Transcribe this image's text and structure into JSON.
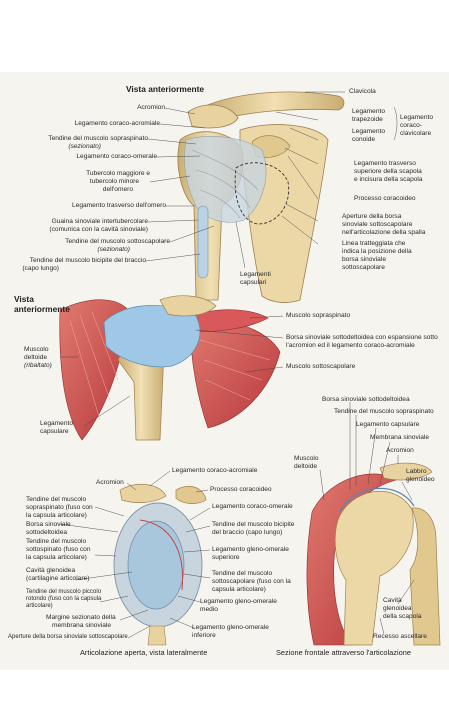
{
  "panel1": {
    "title": "Vista anteriormente",
    "labels": {
      "clavicola": "Clavicola",
      "acromion": "Acromion",
      "leg_coraco_acromiale": "Legamento coraco-acromiale",
      "tendine_sopraspinato": "Tendine del muscolo sopraspinato",
      "sezionato": "(sezionato)",
      "leg_coraco_omerale": "Legamento coraco-omerale",
      "tubercolo_1": "Tubercolo maggiore e",
      "tubercolo_2": "tubercolo minore",
      "tubercolo_3": "dell'omero",
      "leg_trasverso_omero": "Legamento trasverso dell'omero",
      "guaina_1": "Guaina sinoviale intertubercolare",
      "guaina_2": "(comunica con la cavità sinoviale)",
      "tendine_sottoscapolare": "Tendine del muscolo sottoscapolare",
      "sezionato_2": "(sezionato)",
      "tendine_bicipite_1": "Tendine del muscolo bicipite del braccio",
      "tendine_bicipite_2": "(capo lungo)",
      "leg_trapezoide_1": "Legamento",
      "leg_trapezoide_2": "trapezoide",
      "leg_conoide_1": "Legamento",
      "leg_conoide_2": "conoide",
      "leg_cc_1": "Legamento",
      "leg_cc_2": "coraco-",
      "leg_cc_3": "clavicolare",
      "leg_trasv_sup_1": "Legamento trasverso",
      "leg_trasv_sup_2": "superiore della scapola",
      "leg_trasv_sup_3": "e incisura della scapola",
      "processo_coracoideo": "Processo coracoideo",
      "aperture_1": "Aperture della borsa",
      "aperture_2": "sinoviale sottoscapolare",
      "aperture_3": "nell'articolazione della spalla",
      "linea_1": "Linea tratteggiata che",
      "linea_2": "indica la posizione della",
      "linea_3": "borsa sinoviale",
      "linea_4": "sottoscapolare",
      "leg_capsulari_1": "Legamenti",
      "leg_capsulari_2": "capsulari"
    }
  },
  "panel2": {
    "title_1": "Vista",
    "title_2": "anteriormente",
    "labels": {
      "muscolo_sopraspinato": "Muscolo sopraspinato",
      "borsa_1": "Borsa sinoviale sottodeltoidea con espansione sotto",
      "borsa_2": "l'acromion ed il legamento coraco-acromiale",
      "muscolo_sottoscapolare": "Muscolo sottoscapolare",
      "deltoide_1": "Muscolo",
      "deltoide_2": "deltoide",
      "deltoide_3": "(ribaltato)",
      "capsulare_1": "Legamento",
      "capsulare_2": "capsulare"
    }
  },
  "panel3": {
    "caption": "Articolazione aperta, vista lateralmente",
    "labels": {
      "leg_coraco_acromiale": "Legamento coraco-acromiale",
      "acromion": "Acromion",
      "processo_coracoideo": "Processo coracoideo",
      "sopraspinato_1": "Tendine del muscolo",
      "sopraspinato_2": "sopraspinato (fuso con",
      "sopraspinato_3": "la capsula articolare)",
      "borsa_1": "Borsa sinoviale",
      "borsa_2": "sottodeltoidea",
      "sottospinato_1": "Tendine del muscolo",
      "sottospinato_2": "sottospinato (fuso con",
      "sottospinato_3": "la capsula articolare)",
      "cavita_1": "Cavità glenoidea",
      "cavita_2": "(cartilagine articolare)",
      "piccolo_1": "Tendine del muscolo piccolo",
      "piccolo_2": "rotondo (fuso con la capsula",
      "piccolo_3": "articolare)",
      "margine_1": "Margine sezionato della",
      "margine_2": "membrana sinoviale",
      "aperture": "Aperture della borsa sinoviale sottoscapolare",
      "leg_coraco_omerale": "Legamento coraco-omerale",
      "bicipite_1": "Tendine del muscolo bicipite",
      "bicipite_2": "del braccio (capo lungo)",
      "gleno_sup_1": "Legamento gleno-omerale",
      "gleno_sup_2": "superiore",
      "sottoscap_1": "Tendine del muscolo",
      "sottoscap_2": "sottoscapolare (fuso con la",
      "sottoscap_3": "capsula articolare)",
      "gleno_medio_1": "Legamento gleno-omerale",
      "gleno_medio_2": "medio",
      "gleno_inf_1": "Legamento gleno-omerale",
      "gleno_inf_2": "inferiore"
    }
  },
  "panel4": {
    "caption": "Sezione frontale attraverso l'articolazione",
    "labels": {
      "borsa": "Borsa sinoviale sottodeltoidea",
      "sopraspinato": "Tendine del muscolo sopraspinato",
      "capsulare": "Legamento capsulare",
      "membrana": "Membrana sinoviale",
      "acromion": "Acromion",
      "deltoide_1": "Muscolo",
      "deltoide_2": "deltoide",
      "labbro_1": "Labbro",
      "labbro_2": "glenoideo",
      "cavita_1": "Cavità",
      "cavita_2": "glenoidea",
      "cavita_3": "della scapola",
      "recesso": "Recesso ascellare"
    }
  },
  "colors": {
    "bone": "#e8d3a0",
    "bone_shade": "#c9ad72",
    "muscle": "#d9585a",
    "ligament": "#c8d4de",
    "bursa": "#9fc7e6",
    "cartilage": "#a9c7dc"
  }
}
